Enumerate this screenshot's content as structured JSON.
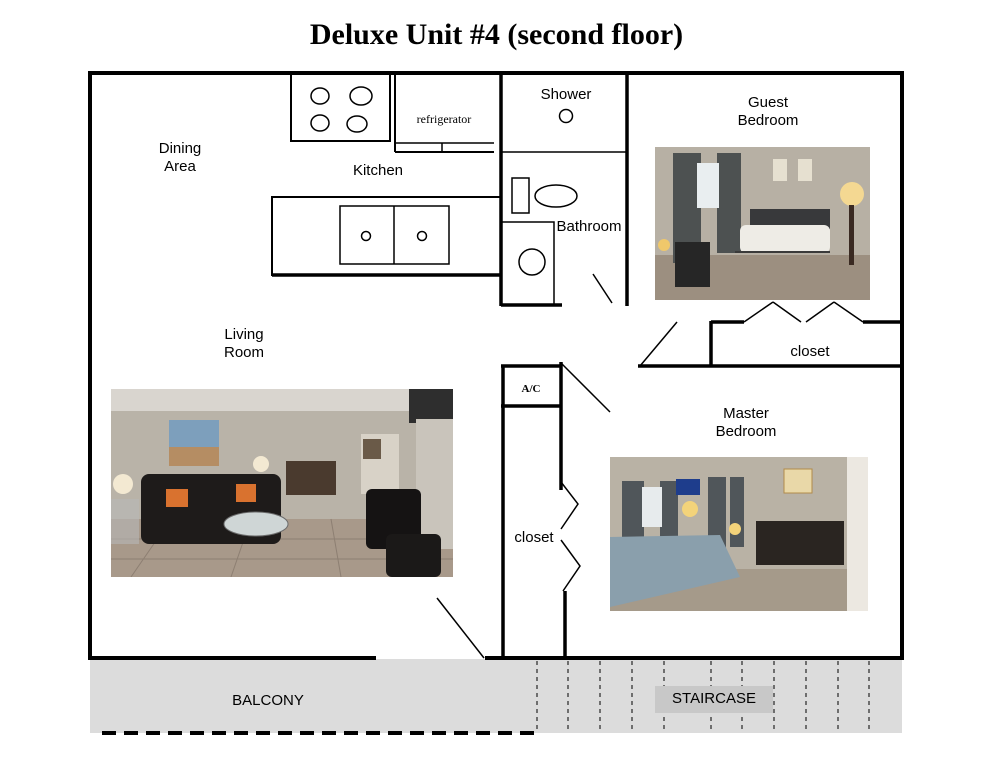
{
  "title": "Deluxe Unit #4 (second floor)",
  "rooms": {
    "dining_area": [
      "Dining",
      "Area"
    ],
    "kitchen": "Kitchen",
    "refrigerator": "refrigerator",
    "shower": "Shower",
    "bathroom": "Bathroom",
    "guest_bedroom": [
      "Guest",
      "Bedroom"
    ],
    "guest_closet": "closet",
    "living_room": [
      "Living",
      "Room"
    ],
    "ac": "A/C",
    "hall_closet": "closet",
    "master_bedroom": [
      "Master",
      "Bedroom"
    ],
    "balcony": "BALCONY",
    "staircase": "STAIRCASE"
  },
  "photos": {
    "living_room": "living-room-photo",
    "guest_bedroom": "guest-bedroom-photo",
    "master_bedroom": "master-bedroom-photo"
  },
  "colors": {
    "wall": "#000000",
    "balcony": "#dcdcdc",
    "staircase_label_bg": "#c8c8c8"
  }
}
